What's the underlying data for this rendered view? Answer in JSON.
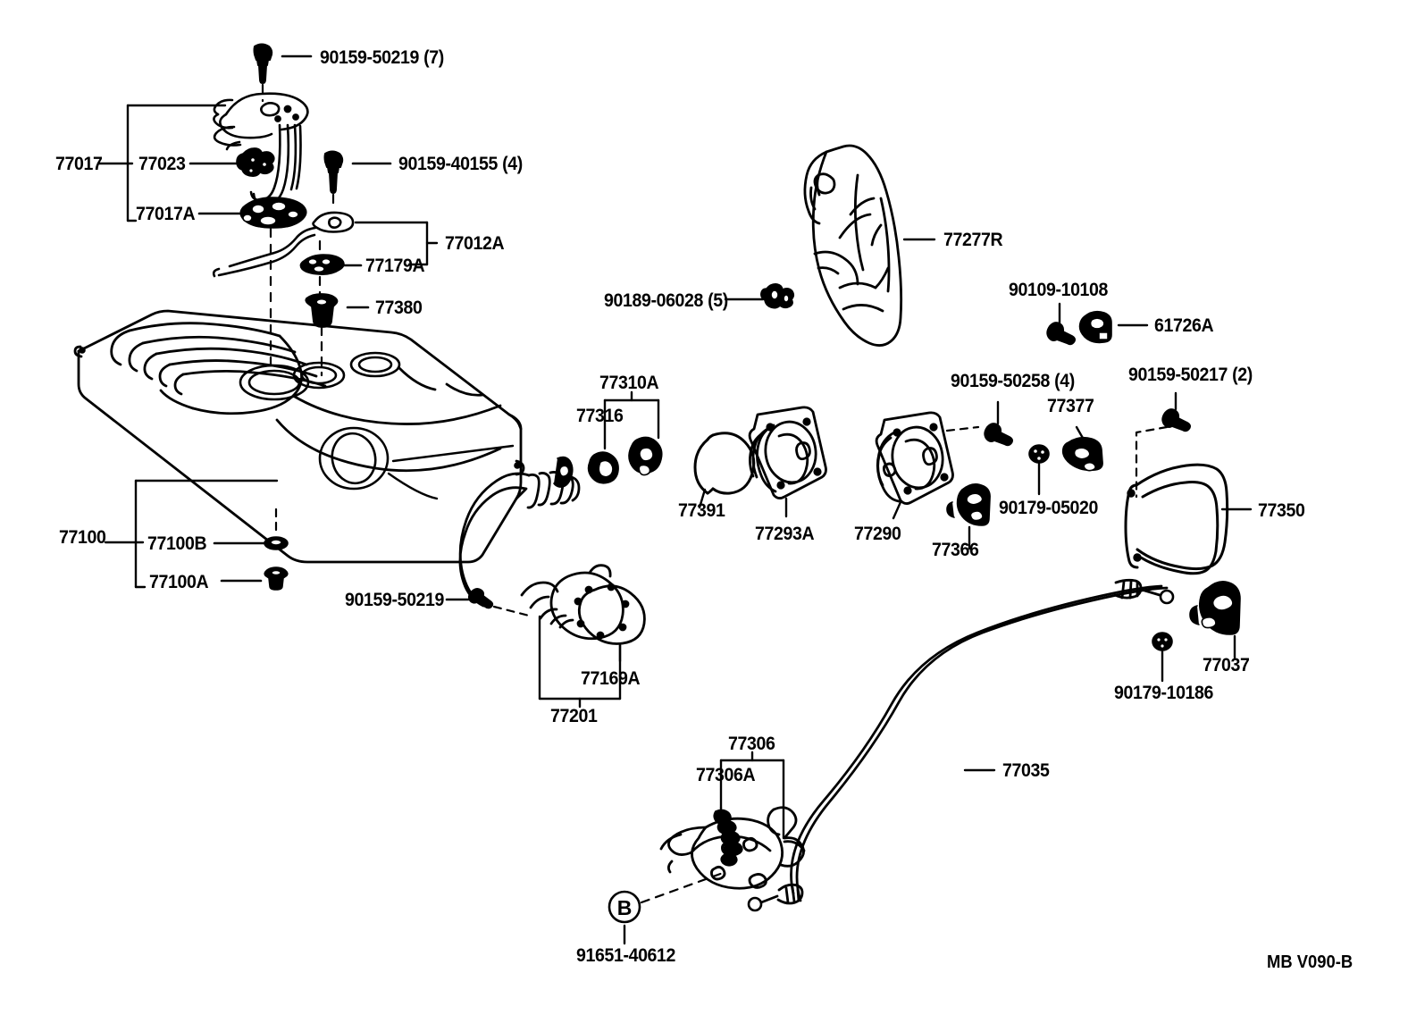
{
  "diagram": {
    "title": "Toyota fuel tank and tube parts diagram",
    "sheet_code": "MB V090-B",
    "line_color": "#000000",
    "background": "#ffffff"
  },
  "labels": {
    "bolt_top": "90159-50219 (7)",
    "assy_77017": "77017",
    "clamp_77023": "77023",
    "gauge_77017a": "77017A",
    "bolt_40155": "90159-40155 (4)",
    "breather_77012a": "77012A",
    "gasket_77179a": "77179A",
    "grommet_77380": "77380",
    "tank_77100": "77100",
    "plug_77100b": "77100B",
    "drain_77100a": "77100A",
    "bolt_50219_neck": "90159-50219",
    "pipe_77201": "77201",
    "gasket_77169a": "77169A",
    "bracket_77310a": "77310A",
    "clip_77316": "77316",
    "ring_77391": "77391",
    "housing_77293a": "77293A",
    "housing_77290": "77290",
    "nut_06028": "90189-06028 (5)",
    "protector_77277r": "77277R",
    "bolt_10108": "90109-10108",
    "clip_61726a": "61726A",
    "bolt_50258": "90159-50258 (4)",
    "stopper_77377": "77377",
    "nut_05020": "90179-05020",
    "hinge_77366": "77366",
    "bolt_50217": "90159-50217 (2)",
    "lid_77350": "77350",
    "cable_77035": "77035",
    "bracket_77037": "77037",
    "grommet_10186": "90179-10186",
    "lever_77306": "77306",
    "spring_77306a": "77306A",
    "screw_91651": "91651-40612",
    "callout_b": "B"
  }
}
